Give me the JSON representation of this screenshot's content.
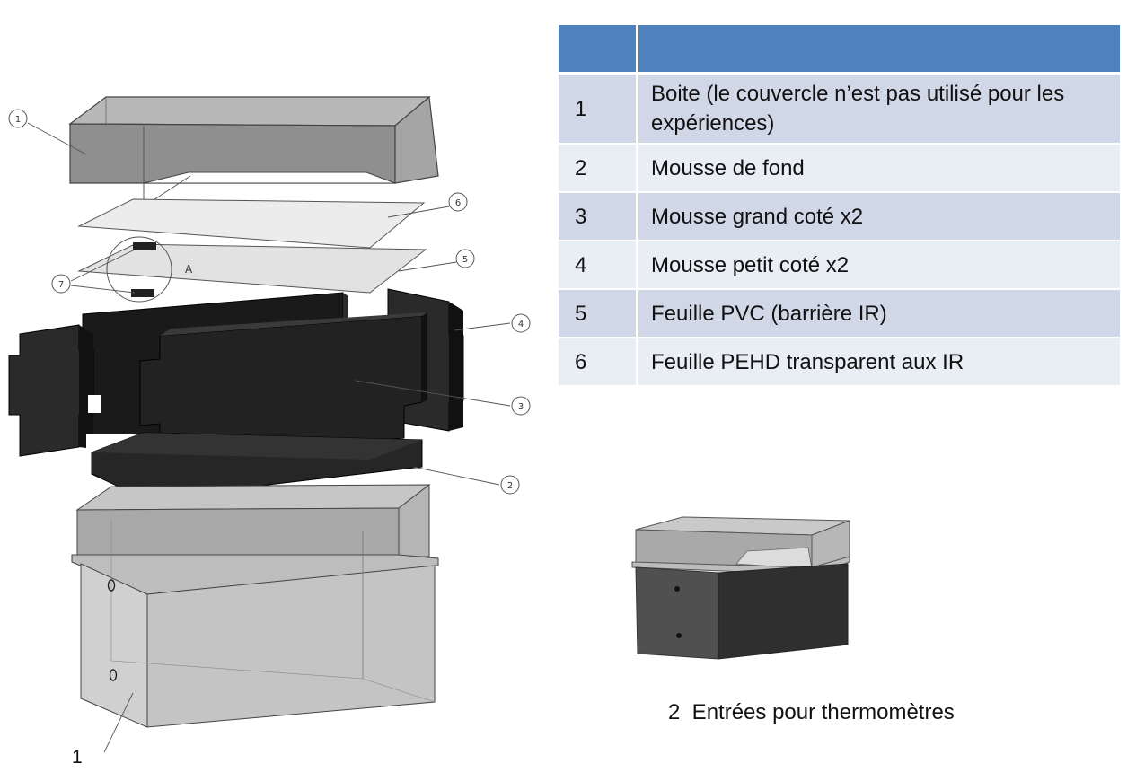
{
  "table": {
    "header": [
      "",
      ""
    ],
    "rows": [
      {
        "num": "1",
        "label": " Boite  (le couvercle n’est pas utilisé pour les expériences)"
      },
      {
        "num": "2",
        "label": "Mousse de fond"
      },
      {
        "num": "3",
        "label": "Mousse grand coté x2"
      },
      {
        "num": "4",
        "label": "Mousse petit coté x2"
      },
      {
        "num": "5",
        "label": "Feuille PVC  (barrière IR)"
      },
      {
        "num": "6",
        "label": "Feuille PEHD transparent aux IR"
      }
    ]
  },
  "diagram": {
    "callouts": {
      "lid": "1",
      "pehd_sheet": "6",
      "pvc_sheet": "5",
      "connector": "7",
      "detail": "A",
      "short_side_foam": "4",
      "long_side_foam": "3",
      "bottom_foam": "2"
    },
    "bottom_label": "1"
  },
  "caption": "2  Entrées pour thermomètres"
}
